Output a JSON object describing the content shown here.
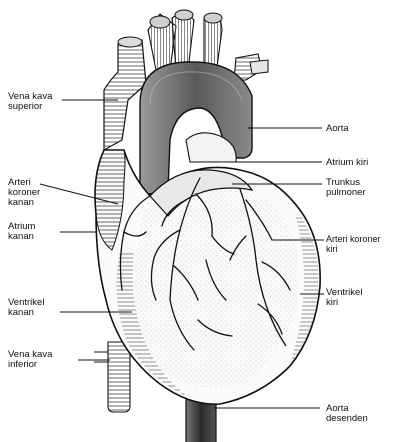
{
  "labels": {
    "vena_kava_superior": {
      "line1": "Vena kava",
      "line2": "superior"
    },
    "arteri_koroner_kanan": {
      "line1": "Arteri",
      "line2": "koroner",
      "line3": "kanan"
    },
    "atrium_kanan": {
      "line1": "Atrium",
      "line2": "kanan"
    },
    "ventrikel_kanan": {
      "line1": "Ventrikel",
      "line2": "kanan"
    },
    "vena_kava_inferior": {
      "line1": "Vena kava",
      "line2": "inferior"
    },
    "aorta": {
      "line1": "Aorta"
    },
    "atrium_kiri": {
      "line1": "Atrium kiri"
    },
    "trunkus_pulmoner": {
      "line1": "Trunkus",
      "line2": "pulmoner"
    },
    "arteri_koroner_kiri": {
      "line1": "Arteri koroner",
      "line2": "kiri"
    },
    "ventrikel_kiri": {
      "line1": "Ventrikel",
      "line2": "kiri"
    },
    "aorta_desenden": {
      "line1": "Aorta",
      "line2": "desenden"
    }
  }
}
